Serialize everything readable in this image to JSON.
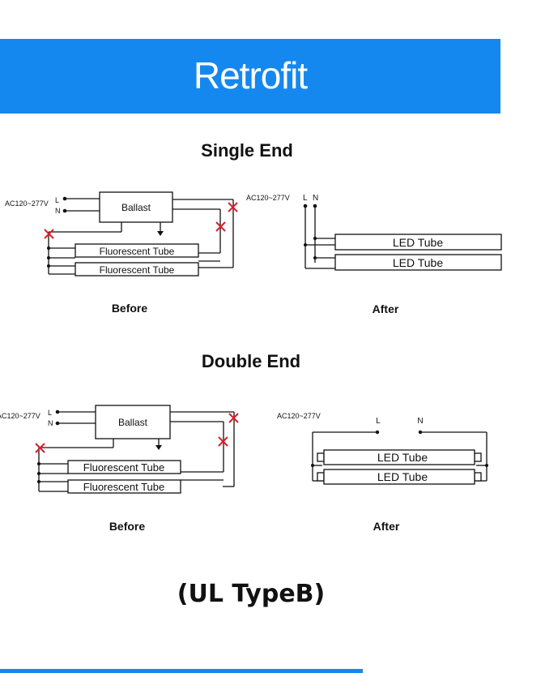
{
  "banner": {
    "title": "Retrofit"
  },
  "sections": [
    {
      "title": "Single End",
      "before": {
        "caption": "Before",
        "voltage": "AC120~277V",
        "line": "L",
        "neutral": "N",
        "ballast": "Ballast",
        "tubes": [
          "Fluorescent Tube",
          "Fluorescent Tube"
        ]
      },
      "after": {
        "caption": "After",
        "voltage": "AC120~277V",
        "line": "L",
        "neutral": "N",
        "tubes": [
          "LED Tube",
          "LED Tube"
        ]
      }
    },
    {
      "title": "Double End",
      "before": {
        "caption": "Before",
        "voltage": "AC120~277V",
        "line": "L",
        "neutral": "N",
        "ballast": "Ballast",
        "tubes": [
          "Fluorescent Tube",
          "Fluorescent Tube"
        ]
      },
      "after": {
        "caption": "After",
        "voltage": "AC120~277V",
        "line": "L",
        "neutral": "N",
        "tubes": [
          "LED Tube",
          "LED Tube"
        ]
      }
    }
  ],
  "type_label": "(UL TypeB)",
  "colors": {
    "banner": "#1588f0",
    "cut_mark": "#d81e2a",
    "wire": "#111111"
  }
}
